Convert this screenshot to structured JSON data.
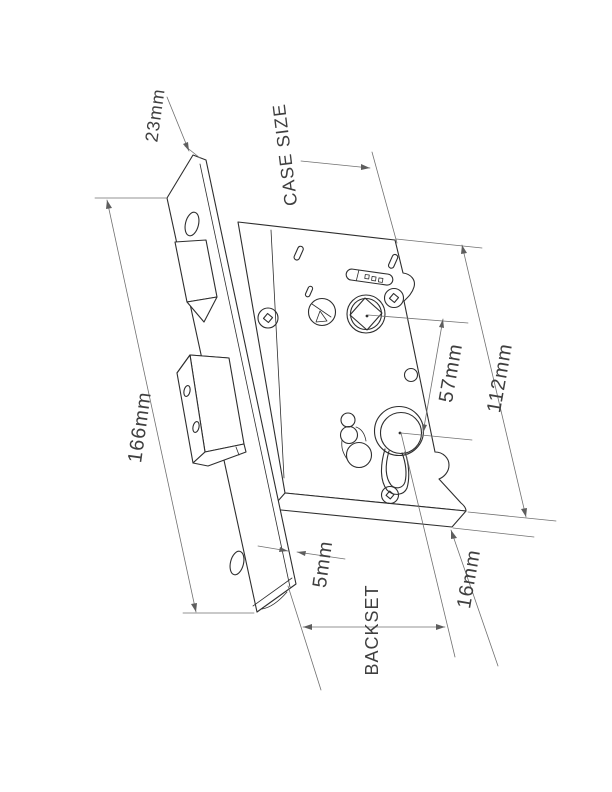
{
  "diagram": {
    "labels": {
      "plate_width": "23mm",
      "case_size": "CASE SIZE",
      "plate_length": "166mm",
      "follower_to_cylinder": "57mm",
      "case_height": "112mm",
      "case_thickness": "16mm",
      "lip": "5mm",
      "backset": "BACKSET"
    },
    "colors": {
      "drawing_line": "#2e2e2e",
      "dimension_line": "#707070",
      "label_text": "#3f3f3f",
      "background": "#ffffff"
    }
  }
}
